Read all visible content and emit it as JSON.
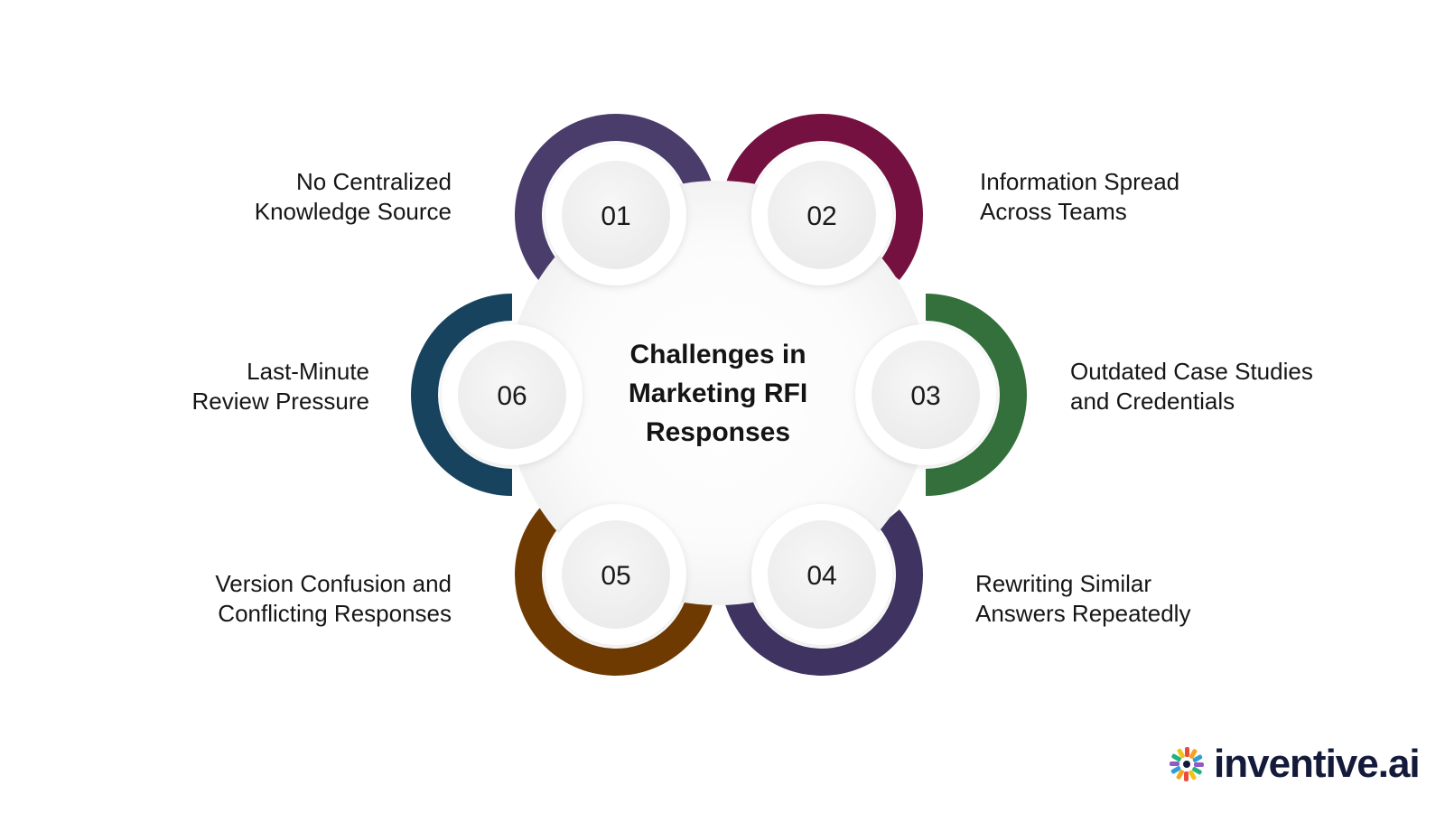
{
  "title_lines": [
    "Challenges in",
    "Marketing RFI",
    "Responses"
  ],
  "items": [
    {
      "number": "01",
      "label_lines": [
        "No Centralized",
        "Knowledge Source"
      ],
      "color": "#4a3d6b"
    },
    {
      "number": "02",
      "label_lines": [
        "Information Spread",
        "Across Teams"
      ],
      "color": "#741140"
    },
    {
      "number": "03",
      "label_lines": [
        "Outdated Case Studies",
        "and Credentials"
      ],
      "color": "#33703b"
    },
    {
      "number": "04",
      "label_lines": [
        "Rewriting Similar",
        "Answers Repeatedly"
      ],
      "color": "#3f3461"
    },
    {
      "number": "05",
      "label_lines": [
        "Version Confusion and",
        "Conflicting Responses"
      ],
      "color": "#6e3a02"
    },
    {
      "number": "06",
      "label_lines": [
        "Last-Minute",
        "Review Pressure"
      ],
      "color": "#17435e"
    }
  ],
  "logo": {
    "text": "inventive.ai",
    "mark_colors": [
      "#e94c3d",
      "#f6a21a",
      "#2e9dd8",
      "#8e5cc4",
      "#1fb37c",
      "#f2c21b"
    ]
  }
}
